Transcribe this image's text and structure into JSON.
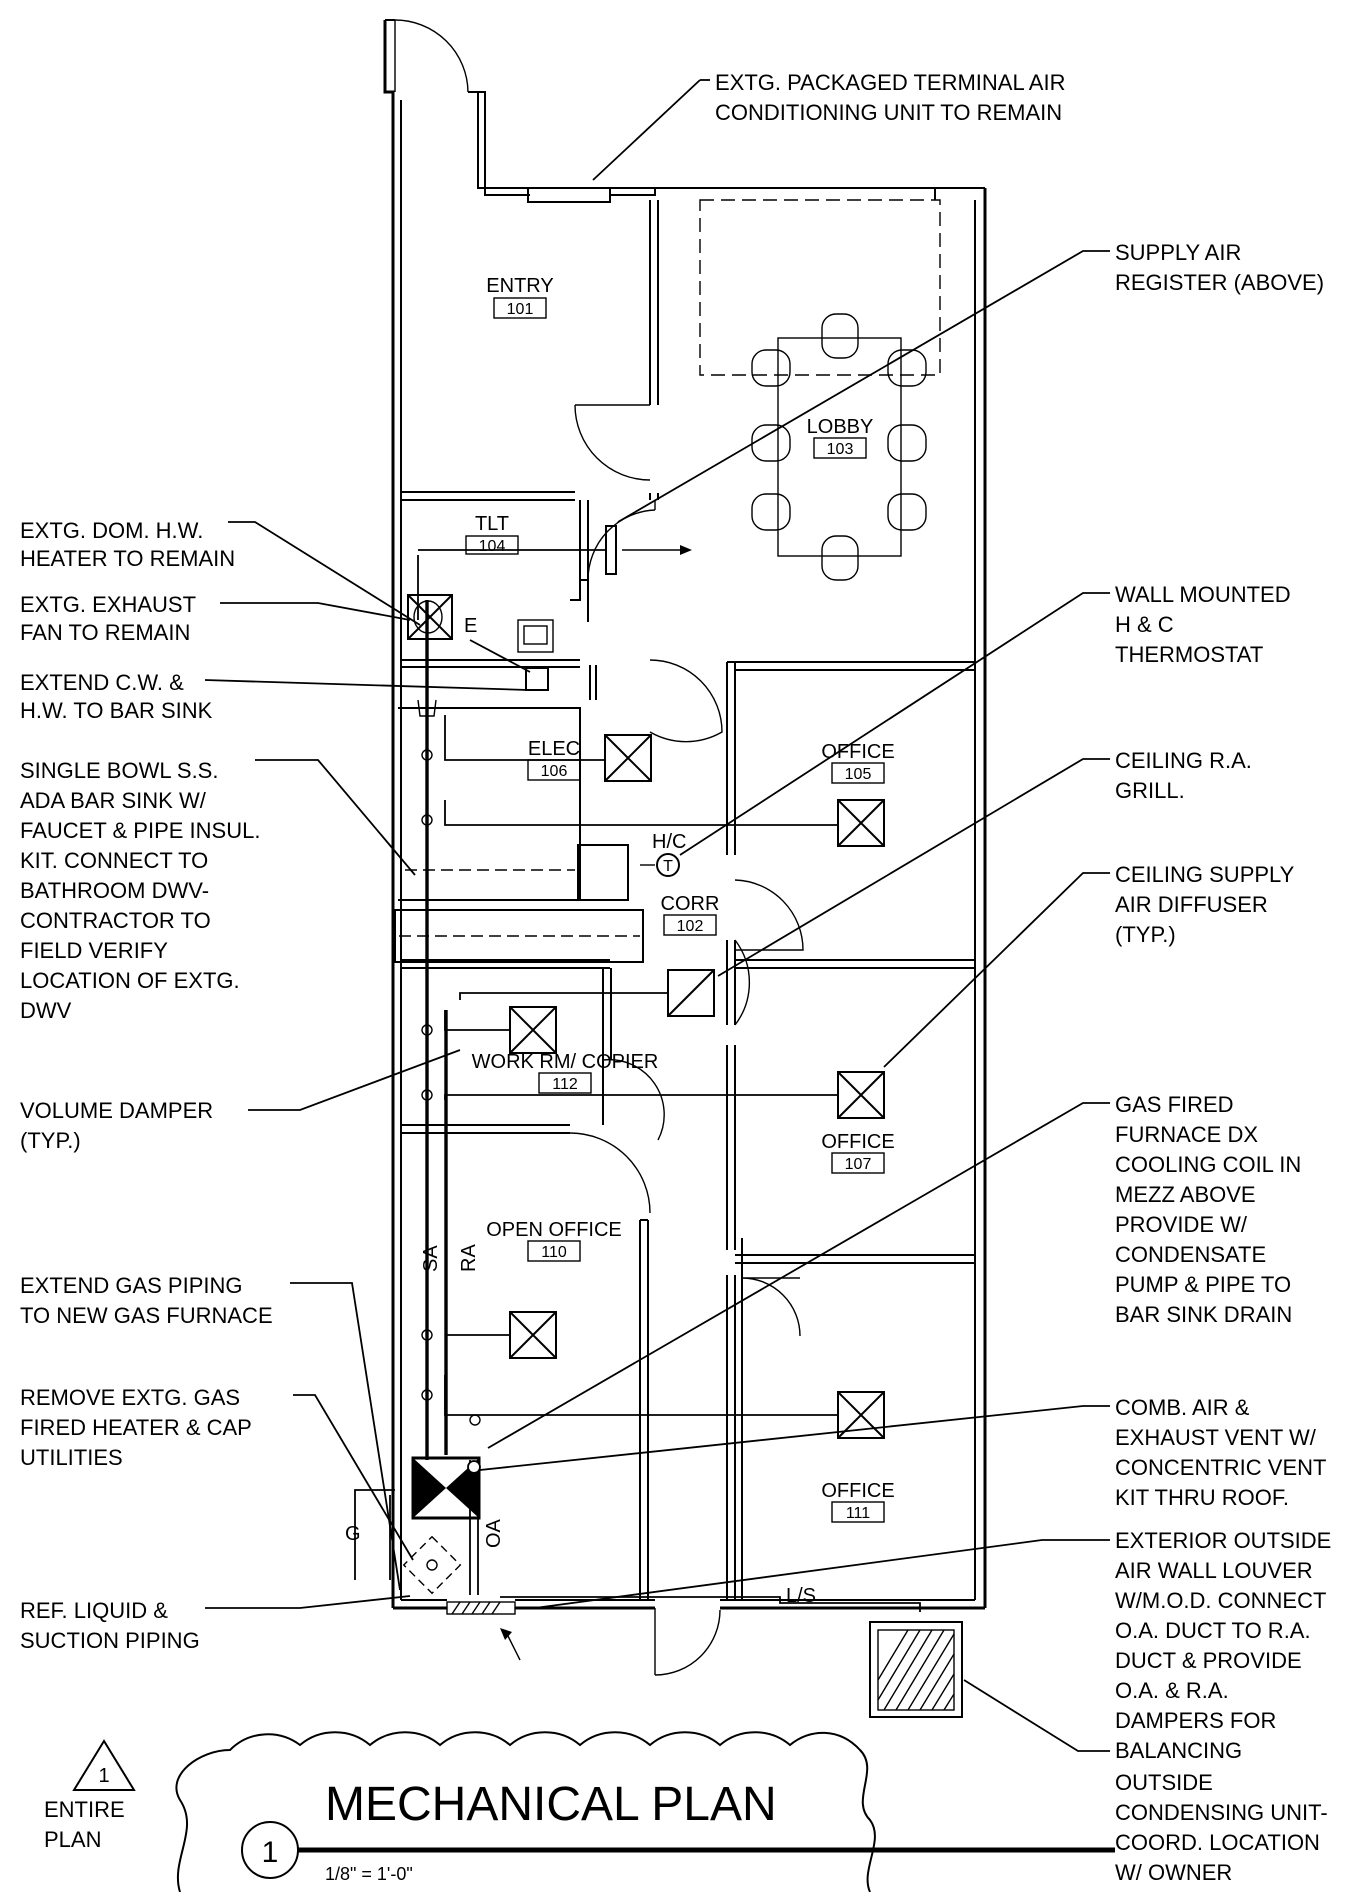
{
  "drawing": {
    "title": "MECHANICAL PLAN",
    "scale": "1/8\" = 1'-0\"",
    "detail_number": "1",
    "revision_number": "1",
    "revision_note_lines": [
      "ENTIRE",
      "PLAN"
    ]
  },
  "rooms": [
    {
      "name": "ENTRY",
      "number": "101"
    },
    {
      "name": "LOBBY",
      "number": "103"
    },
    {
      "name": "TLT",
      "number": "104"
    },
    {
      "name": "ELEC",
      "number": "106"
    },
    {
      "name": "OFFICE",
      "number": "105"
    },
    {
      "name": "CORR",
      "number": "102"
    },
    {
      "name": "WORK RM/ COPIER",
      "number": "112"
    },
    {
      "name": "OFFICE",
      "number": "107"
    },
    {
      "name": "OPEN OFFICE",
      "number": "110"
    },
    {
      "name": "OFFICE",
      "number": "111"
    }
  ],
  "plan_tags": {
    "exhaust": "E",
    "thermostat": "H/C",
    "thermostat_symbol": "T",
    "supply_air": "SA",
    "return_air": "RA",
    "outside_air": "OA",
    "gas": "G",
    "liquid_suction": "L/S"
  },
  "notes_left": [
    {
      "lines": [
        "EXTG. DOM. H.W.",
        "HEATER TO REMAIN"
      ]
    },
    {
      "lines": [
        "EXTG. EXHAUST",
        "FAN TO REMAIN"
      ]
    },
    {
      "lines": [
        "EXTEND C.W. &",
        "H.W. TO BAR SINK"
      ]
    },
    {
      "lines": [
        "SINGLE BOWL S.S.",
        "ADA BAR SINK W/",
        "FAUCET & PIPE INSUL.",
        "KIT. CONNECT TO",
        "BATHROOM DWV-",
        "CONTRACTOR TO",
        "FIELD VERIFY",
        "LOCATION OF EXTG.",
        "DWV"
      ]
    },
    {
      "lines": [
        "VOLUME DAMPER",
        "(TYP.)"
      ]
    },
    {
      "lines": [
        "EXTEND GAS PIPING",
        "TO NEW GAS FURNACE"
      ]
    },
    {
      "lines": [
        "REMOVE EXTG. GAS",
        "FIRED HEATER & CAP",
        "UTILITIES"
      ]
    },
    {
      "lines": [
        "REF. LIQUID &",
        "SUCTION PIPING"
      ]
    }
  ],
  "notes_right": [
    {
      "lines": [
        "EXTG. PACKAGED TERMINAL AIR",
        "CONDITIONING UNIT TO REMAIN"
      ]
    },
    {
      "lines": [
        "SUPPLY AIR",
        "REGISTER (ABOVE)"
      ]
    },
    {
      "lines": [
        "WALL MOUNTED",
        "H & C",
        "THERMOSTAT"
      ]
    },
    {
      "lines": [
        "CEILING R.A.",
        "GRILL."
      ]
    },
    {
      "lines": [
        "CEILING SUPPLY",
        "AIR DIFFUSER",
        "(TYP.)"
      ]
    },
    {
      "lines": [
        "GAS FIRED",
        "FURNACE DX",
        "COOLING COIL IN",
        "MEZZ ABOVE",
        "PROVIDE W/",
        "CONDENSATE",
        "PUMP & PIPE TO",
        "BAR SINK DRAIN"
      ]
    },
    {
      "lines": [
        "COMB. AIR &",
        "EXHAUST VENT W/",
        "CONCENTRIC VENT",
        "KIT THRU ROOF."
      ]
    },
    {
      "lines": [
        "EXTERIOR OUTSIDE",
        "AIR WALL LOUVER",
        "W/M.O.D. CONNECT",
        "O.A. DUCT TO R.A.",
        "DUCT & PROVIDE",
        "O.A. & R.A.",
        "DAMPERS FOR",
        "BALANCING"
      ]
    },
    {
      "lines": [
        "OUTSIDE",
        "CONDENSING UNIT-",
        "COORD. LOCATION",
        "W/ OWNER"
      ]
    }
  ]
}
